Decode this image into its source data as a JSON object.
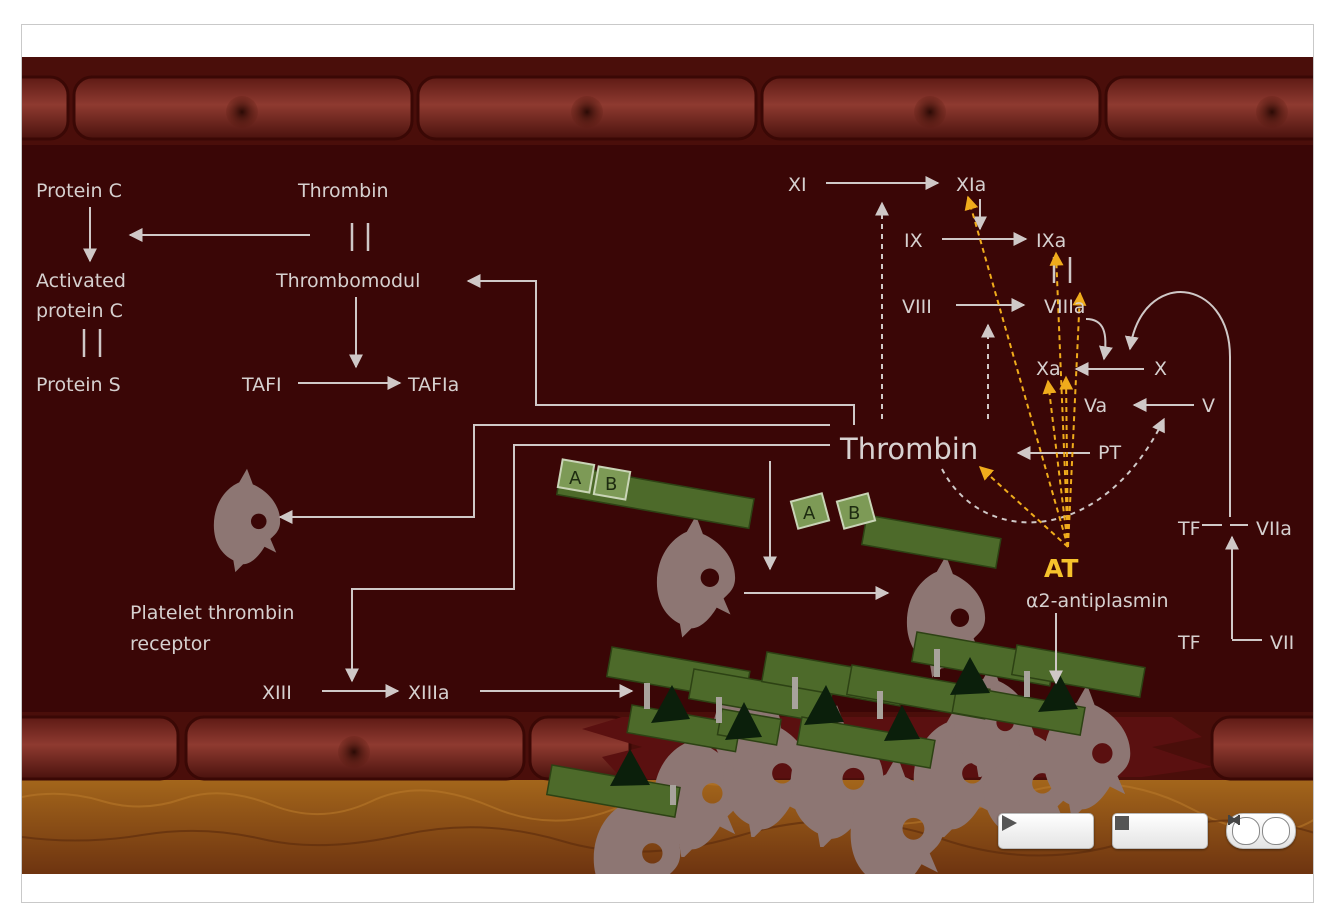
{
  "labels": {
    "protein_c": "Protein C",
    "activated_protein_c_1": "Activated",
    "activated_protein_c_2": "protein C",
    "protein_s": "Protein S",
    "thrombin_top": "Thrombin",
    "thrombomodulin": "Thrombomodul",
    "tafi": "TAFI",
    "tafia": "TAFIa",
    "platelet_receptor_1": "Platelet thrombin",
    "platelet_receptor_2": "receptor",
    "xiii": "XIII",
    "xiiia": "XIIIa",
    "xi": "XI",
    "xia": "XIa",
    "ix": "IX",
    "ixa": "IXa",
    "viii": "VIII",
    "viiia": "VIIIa",
    "xa": "Xa",
    "x": "X",
    "va": "Va",
    "v": "V",
    "thrombin_center": "Thrombin",
    "pt": "PT",
    "at": "AT",
    "antiplasmin": "α2-antiplasmin",
    "tf_1": "TF",
    "viia": "VIIa",
    "tf_2": "TF",
    "vii": "VII",
    "receptor_a1": "A",
    "receptor_b1": "B",
    "receptor_a2": "A",
    "receptor_b2": "B"
  },
  "controls": {
    "play_icon": "play-icon",
    "stop_icon": "stop-icon",
    "rewind_icon": "skip-back-icon",
    "forward_icon": "skip-forward-icon"
  },
  "colors": {
    "background": "#3a0606",
    "vessel": "#7a2a22",
    "tissue": "#8a4a14",
    "text": "#d6d0cf",
    "highlight": "#f6c22c",
    "fibrin": "#4d6a2a",
    "platelet": "#8d7673"
  }
}
